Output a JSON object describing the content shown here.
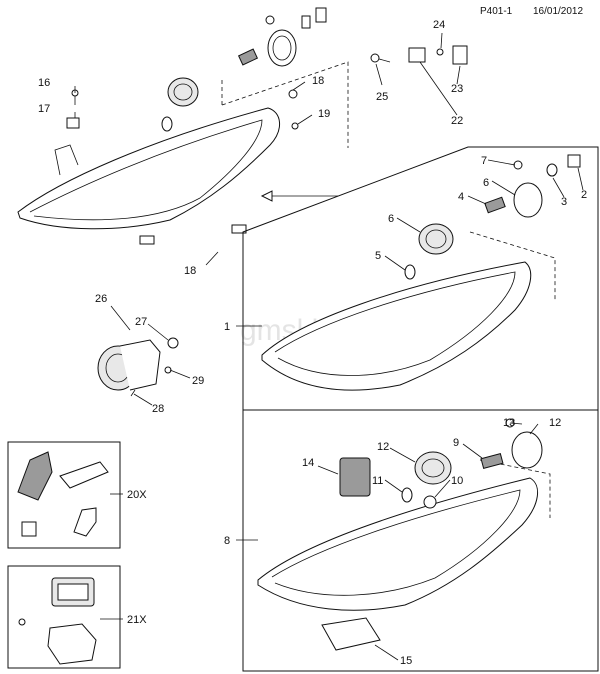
{
  "header": {
    "code": "P401-1",
    "date": "16/01/2012"
  },
  "watermark": "gmsklad.ru",
  "callouts": {
    "c1": "1",
    "c2": "2",
    "c3": "3",
    "c4": "4",
    "c5": "5",
    "c6a": "6",
    "c6b": "6",
    "c7": "7",
    "c8": "8",
    "c9": "9",
    "c10": "10",
    "c11": "11",
    "c12a": "12",
    "c12b": "12",
    "c13": "13",
    "c14": "14",
    "c15": "15",
    "c16": "16",
    "c17": "17",
    "c18a": "18",
    "c18b": "18",
    "c19": "19",
    "c20x": "20X",
    "c21x": "21X",
    "c22": "22",
    "c23": "23",
    "c24": "24",
    "c25": "25",
    "c26": "26",
    "c27": "27",
    "c28": "28",
    "c29": "29"
  }
}
